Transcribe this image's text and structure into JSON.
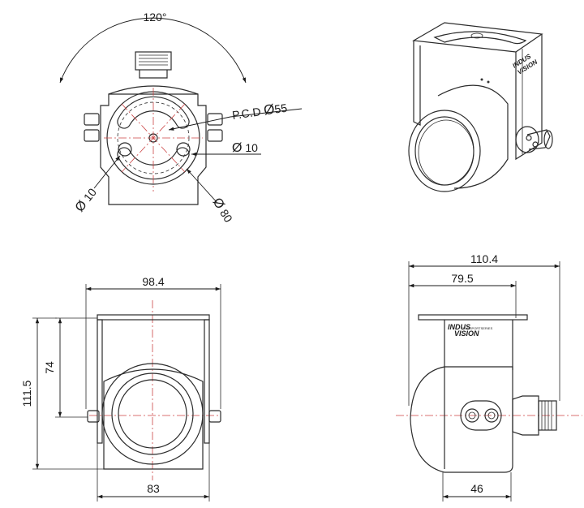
{
  "top_view": {
    "angle_label": "120°",
    "pcd_label": "P.C.D",
    "pcd_value": "55",
    "slot_label": "10",
    "hole_label": "10",
    "outer_label": "80",
    "diameter_symbol": "Ø"
  },
  "front_view": {
    "width_top": "98.4",
    "height_inner": "74",
    "height_total": "111.5",
    "width_bottom": "83"
  },
  "side_view": {
    "length_total": "110.4",
    "length_bracket": "79.5",
    "depth_bottom": "46",
    "logo_line1": "INDUS",
    "logo_line2": "VISION",
    "logo_small": "TRANSPORTSERIES"
  },
  "iso_view": {
    "logo_line1": "INDUS",
    "logo_line2": "VISION"
  }
}
